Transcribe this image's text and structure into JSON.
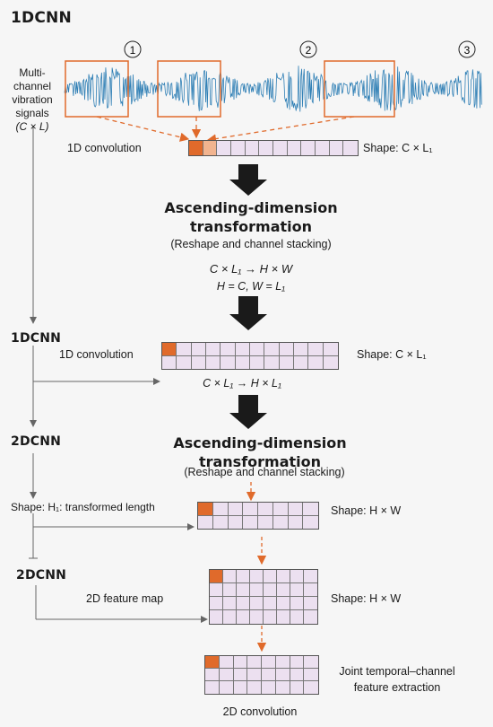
{
  "title": "1DCNN",
  "signal": {
    "label_lines": [
      "Multi-",
      "channel",
      "vibration",
      "signals",
      "(C × L)"
    ],
    "window_markers": [
      "1",
      "2",
      "3"
    ]
  },
  "stage1": {
    "op": "1D convolution",
    "shape": "Shape: C × L₁",
    "arrow_big_1": "",
    "transform_title": "Ascending-dimension transformation",
    "transform_sub": "(Reshape and channel stacking)",
    "eq1": "C × L₁ → H × W",
    "eq2": "H = C, W = L₁"
  },
  "stage2": {
    "section": "1DCNN",
    "op": "1D convolution",
    "shape": "Shape: C × L₁",
    "eq": "C × L₁ → H × L₁"
  },
  "stage3": {
    "section": "2DCNN",
    "transform_title": "Ascending-dimension transformation",
    "transform_sub": "(Reshape and channel stacking)",
    "shape_note": "Shape: H₁: transformed length",
    "shape": "Shape: H × W"
  },
  "stage4": {
    "section": "2DCNN",
    "op": "2D feature map",
    "shape": "Shape: H × W"
  },
  "stage5": {
    "caption_lines": [
      "Joint temporal–channel",
      "feature extraction"
    ],
    "op": "2D convolution"
  },
  "colors": {
    "signal": "#2f7fb5",
    "highlight": "#e06a2b",
    "highlight_light": "#f2b48f",
    "cell": "#ece0f0",
    "arrow": "#1a1a1a",
    "line": "#666666"
  }
}
